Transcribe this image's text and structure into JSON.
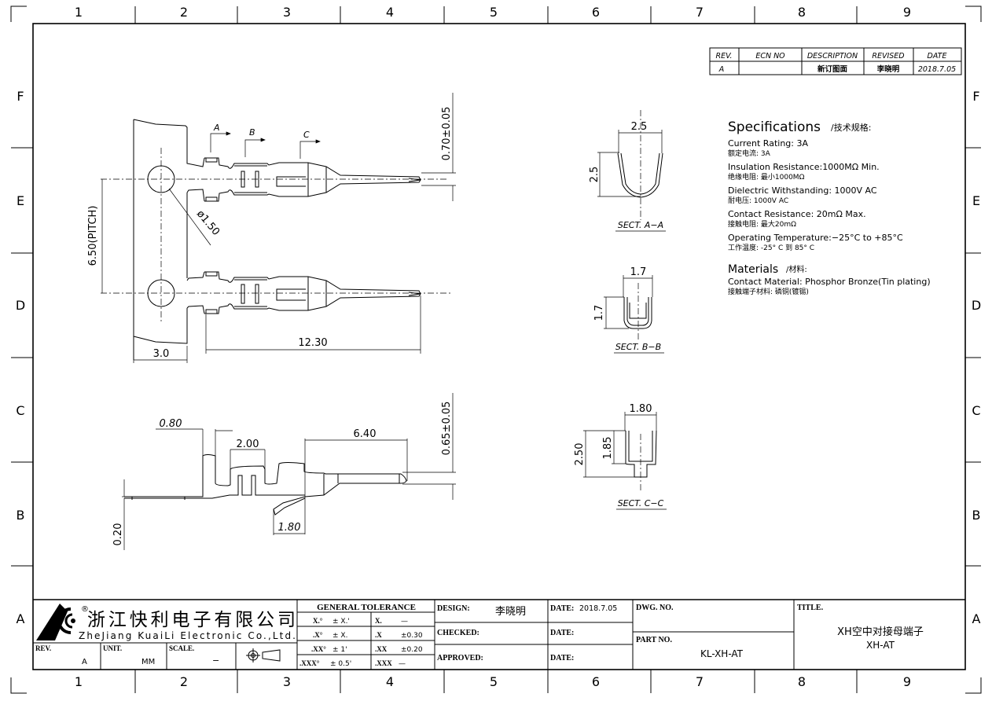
{
  "frame": {
    "columns": [
      "1",
      "2",
      "3",
      "4",
      "5",
      "6",
      "7",
      "8",
      "9"
    ],
    "rows": [
      "F",
      "E",
      "D",
      "C",
      "B",
      "A"
    ]
  },
  "revision_table": {
    "headers": [
      "REV.",
      "ECN NO",
      "DESCRIPTION",
      "REVISED",
      "DATE"
    ],
    "row": [
      "A",
      "",
      "新订图面",
      "李晓明",
      "2018.7.05"
    ]
  },
  "specifications": {
    "title": "Specifications",
    "title_cn": "/技术规格:",
    "items": [
      {
        "en": "Current Rating:  3A",
        "cn": "额定电流: 3A"
      },
      {
        "en": "Insulation Resistance:1000MΩ  Min.",
        "cn": "绝缘电阻: 最小1000MΩ"
      },
      {
        "en": "Dielectric Withstanding:  1000V AC",
        "cn": "耐电压: 1000V AC"
      },
      {
        "en": "Contact Resistance:  20mΩ  Max.",
        "cn": "接触电阻: 最大20mΩ"
      },
      {
        "en": "Operating Temperature:−25°C to +85°C",
        "cn": "工作温度: -25° C 到 85° C"
      }
    ],
    "materials_title": "Materials",
    "materials_title_cn": "/材料:",
    "materials": [
      {
        "en": "Contact Material: Phosphor Bronze(Tin plating)",
        "cn": "接触端子材料: 磷铜(镀锡)"
      }
    ]
  },
  "top_view": {
    "section_marks": [
      "A",
      "B",
      "C"
    ],
    "dims": {
      "thickness": "0.70±0.05",
      "pitch": "6.50(PITCH)",
      "hole": "ø1.50",
      "carrier": "3.0",
      "length": "12.30"
    }
  },
  "side_view": {
    "dims": {
      "d1": "0.80",
      "d2": "2.00",
      "d3": "6.40",
      "d4": "0.65±0.05",
      "d5": "1.80",
      "d6": "0.20"
    }
  },
  "sections": [
    {
      "label": "SECT. A−A",
      "width": "2.5",
      "height": "2.5"
    },
    {
      "label": "SECT. B−B",
      "width": "1.7",
      "height": "1.7"
    },
    {
      "label": "SECT. C−C",
      "width": "1.80",
      "height": "1.85",
      "height_total": "2.50"
    }
  ],
  "title_block": {
    "company_cn": "浙江快利电子有限公司",
    "company_en": "ZheJiang KuaiLi Electronic Co.,Ltd.",
    "registered": "®",
    "rev_label": "REV.",
    "rev": "A",
    "unit_label": "UNIT.",
    "unit": "MM",
    "scale_label": "SCALE.",
    "scale": "−",
    "tolerance": {
      "title": "GENERAL  TOLERANCE",
      "rows": [
        [
          "X.°",
          "± X.'",
          "X.",
          "—"
        ],
        [
          ".X°",
          "± X.",
          ".X",
          "±0.30"
        ],
        [
          ".XX°",
          "± 1'",
          ".XX",
          "±0.20"
        ],
        [
          ".XXX°",
          "± 0.5'",
          ".XXX",
          "—"
        ]
      ]
    },
    "design_label": "DESIGN:",
    "design": "李晓明",
    "checked_label": "CHECKED:",
    "approved_label": "APPROVED:",
    "date_label": "DATE:",
    "design_date": "2018.7.05",
    "dwg_label": "DWG. NO.",
    "part_label": "PART NO.",
    "part_no": "KL-XH-AT",
    "title_label": "TITLE.",
    "title_cn": "XH空中对接母端子",
    "title_en": "XH-AT"
  }
}
